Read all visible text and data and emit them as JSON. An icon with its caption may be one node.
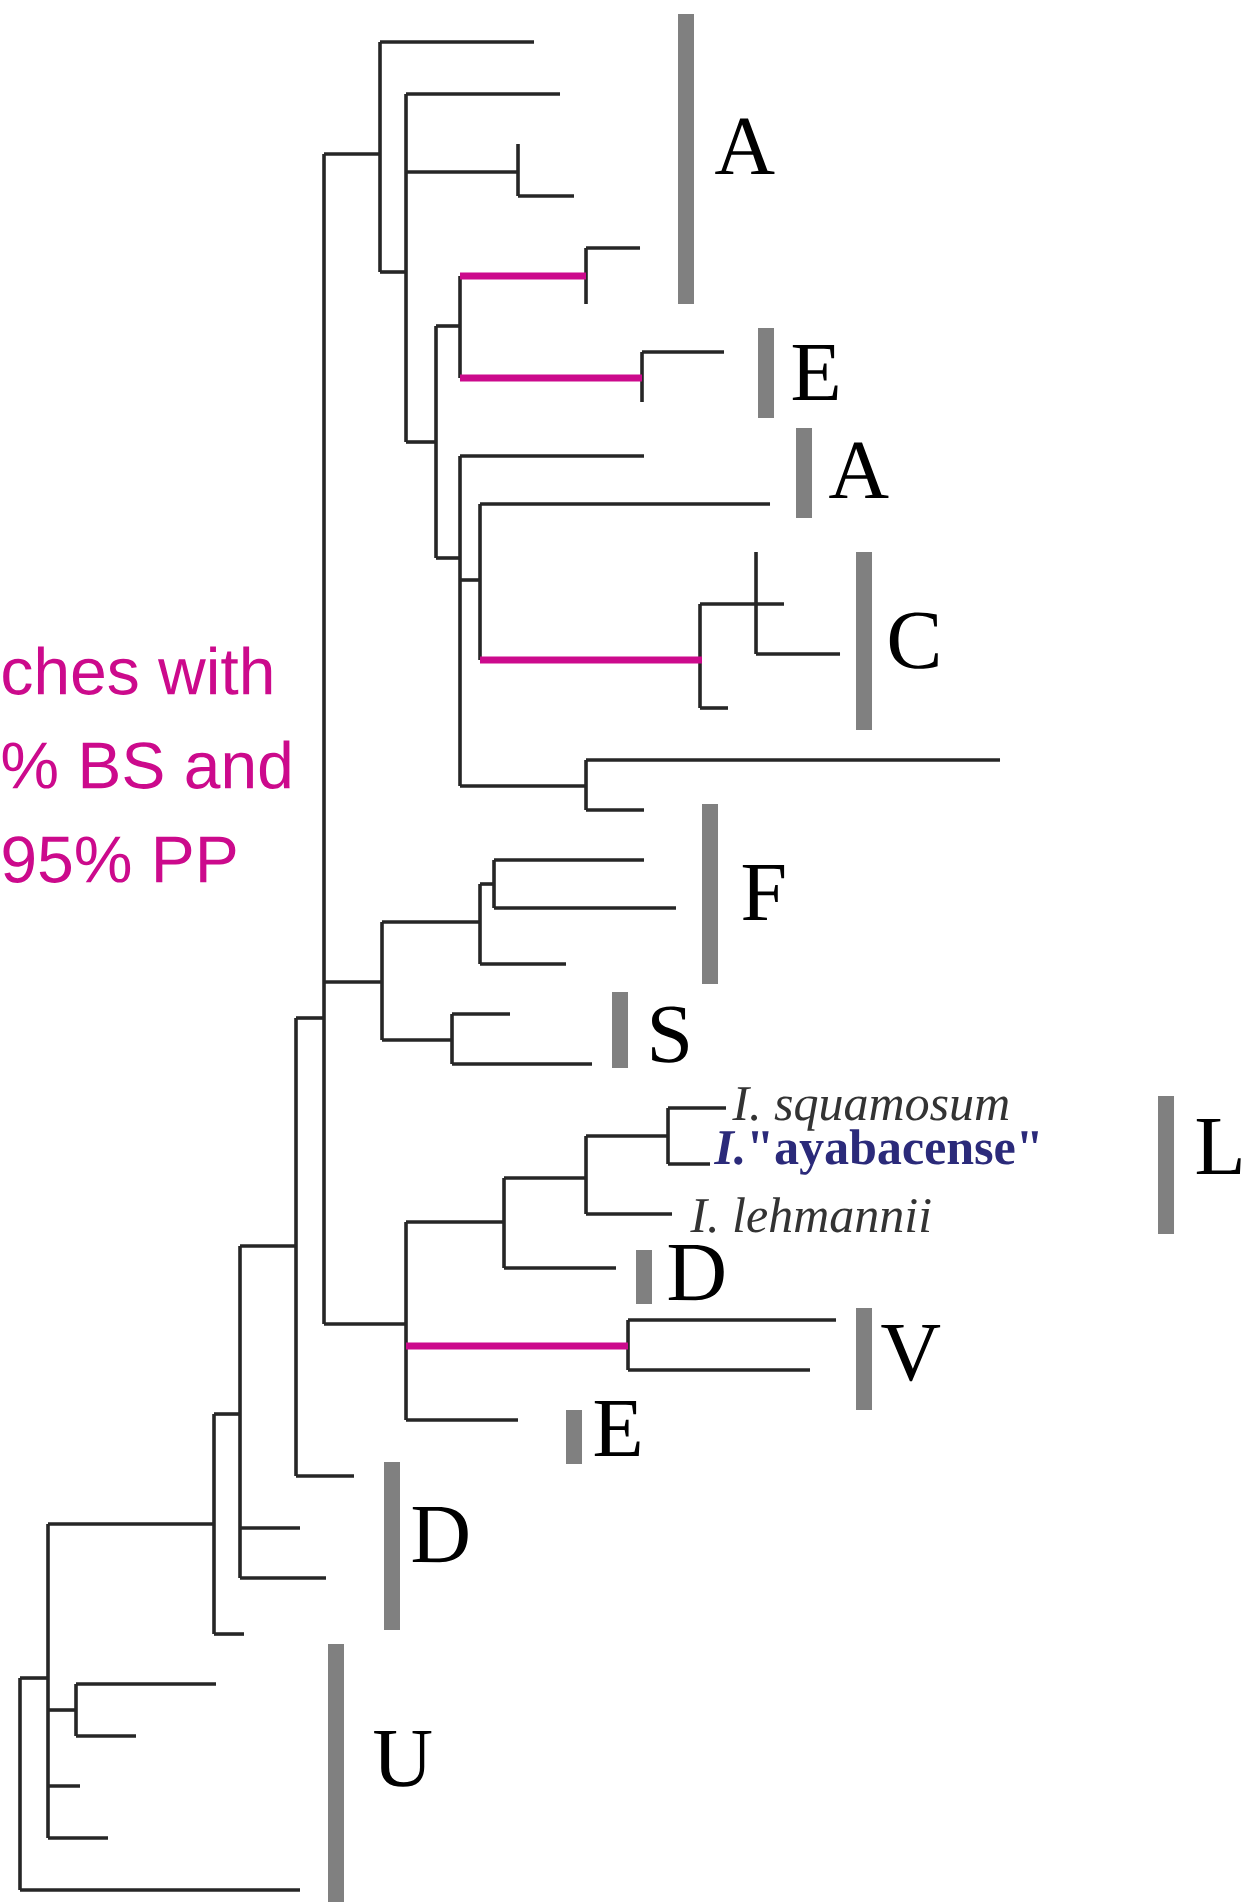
{
  "diagram": {
    "labels": [
      "A",
      "E",
      "A",
      "C",
      "ches with % BS and 95% PP",
      "F",
      "S",
      "I. squamosum",
      "*I.*\"ayabacense\"",
      "I. lehmannii",
      "L",
      "D",
      "V",
      "E",
      "D",
      "U"
    ]
  }
}
